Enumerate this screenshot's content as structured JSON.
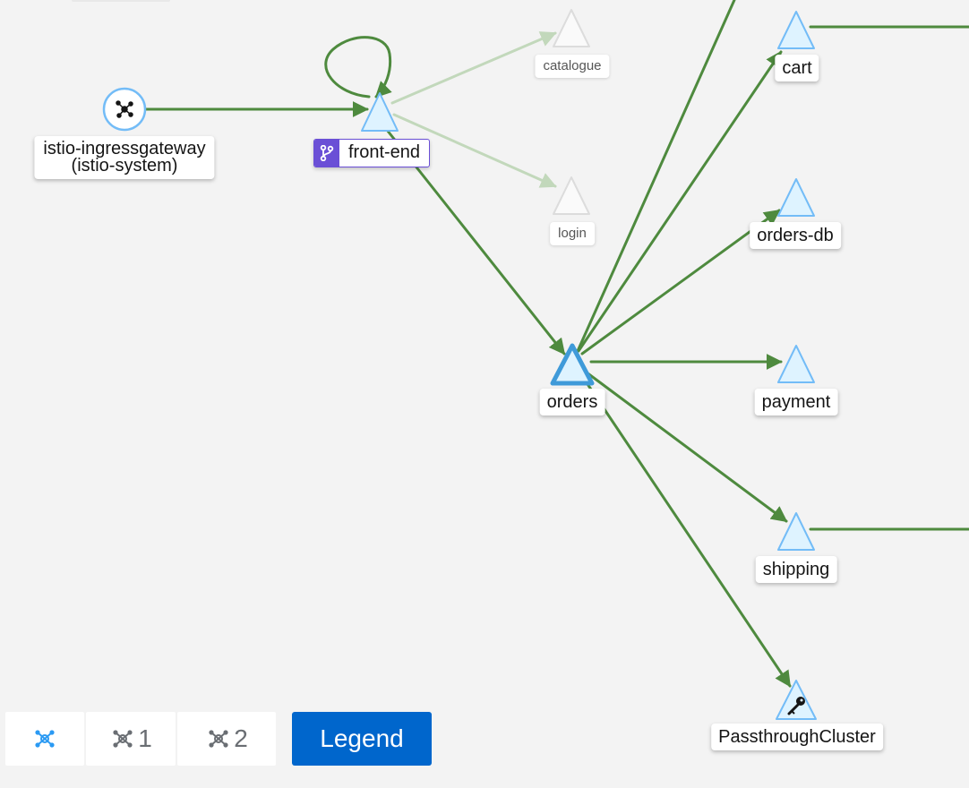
{
  "nodes": {
    "ingress": {
      "label_line1": "istio-ingressgateway",
      "label_line2": "(istio-system)",
      "icon": "gateway-icon"
    },
    "frontend": {
      "label": "front-end",
      "badge_icon": "code-branch-icon"
    },
    "catalogue": {
      "label": "catalogue"
    },
    "login": {
      "label": "login"
    },
    "orders": {
      "label": "orders"
    },
    "cart": {
      "label": "cart"
    },
    "orders_db": {
      "label": "orders-db"
    },
    "payment": {
      "label": "payment"
    },
    "shipping": {
      "label": "shipping"
    },
    "passthrough": {
      "label": "PassthroughCluster",
      "icon": "key-icon"
    }
  },
  "toolbar": {
    "layout_default_icon": "layout-default-icon",
    "layout_1_label": "1",
    "layout_2_label": "2",
    "legend_label": "Legend"
  },
  "colors": {
    "edge_healthy": "#4e8a3e",
    "edge_faded": "#c2d8bb",
    "service_fill": "#def3ff",
    "service_stroke": "#73bcf7",
    "accent_purple": "#6a4fd6",
    "legend_button": "#0066cc"
  }
}
